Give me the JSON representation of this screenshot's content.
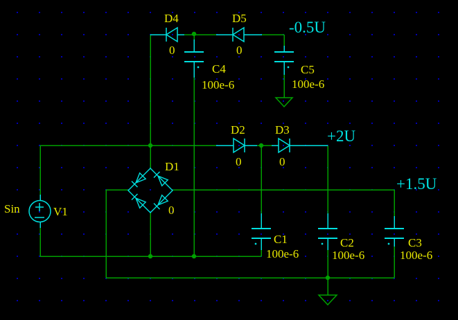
{
  "schematic": {
    "components": {
      "V1": {
        "ref": "V1",
        "value": "Sin"
      },
      "D1": {
        "ref": "D1",
        "value": "0"
      },
      "D2": {
        "ref": "D2",
        "value": "0"
      },
      "D3": {
        "ref": "D3",
        "value": "0"
      },
      "D4": {
        "ref": "D4",
        "value": "0"
      },
      "D5": {
        "ref": "D5",
        "value": "0"
      },
      "C1": {
        "ref": "C1",
        "value": "100e-6"
      },
      "C2": {
        "ref": "C2",
        "value": "100e-6"
      },
      "C3": {
        "ref": "C3",
        "value": "100e-6"
      },
      "C4": {
        "ref": "C4",
        "value": "100e-6"
      },
      "C5": {
        "ref": "C5",
        "value": "100e-6"
      }
    },
    "net_labels": {
      "neg_half_u": "-0.5U",
      "plus_two_u": "+2U",
      "plus_one_half_u": "+1.5U"
    },
    "colors": {
      "background": "#000000",
      "wire": "#00a000",
      "component": "#00e0e0",
      "label_text": "#e8e800",
      "net_label_text": "#00e2e2",
      "grid_dot": "#0000c8"
    }
  }
}
